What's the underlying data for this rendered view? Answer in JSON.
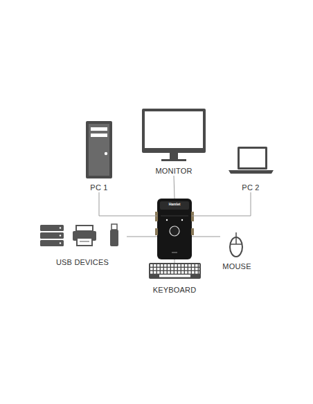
{
  "diagram": {
    "nodes": [
      {
        "text": [
          "PC 1"
        ]
      },
      {
        "text": [
          "MONITOR"
        ]
      },
      {
        "text": [
          "PC 2"
        ]
      },
      {
        "text": [
          "Hamlet"
        ]
      },
      {
        "text": [
          "USB DEVICES"
        ]
      },
      {
        "text": [
          "MOUSE"
        ]
      },
      {
        "text": [
          "KEYBOARD"
        ]
      }
    ],
    "edges": [
      {
        "from": 0,
        "to": 3,
        "arrow": "none"
      },
      {
        "from": 1,
        "to": 3,
        "arrow": "none"
      },
      {
        "from": 2,
        "to": 3,
        "arrow": "none"
      },
      {
        "from": 4,
        "to": 3,
        "arrow": "none"
      },
      {
        "from": 5,
        "to": 3,
        "arrow": "none"
      },
      {
        "from": 6,
        "to": 3,
        "arrow": "none"
      }
    ]
  }
}
